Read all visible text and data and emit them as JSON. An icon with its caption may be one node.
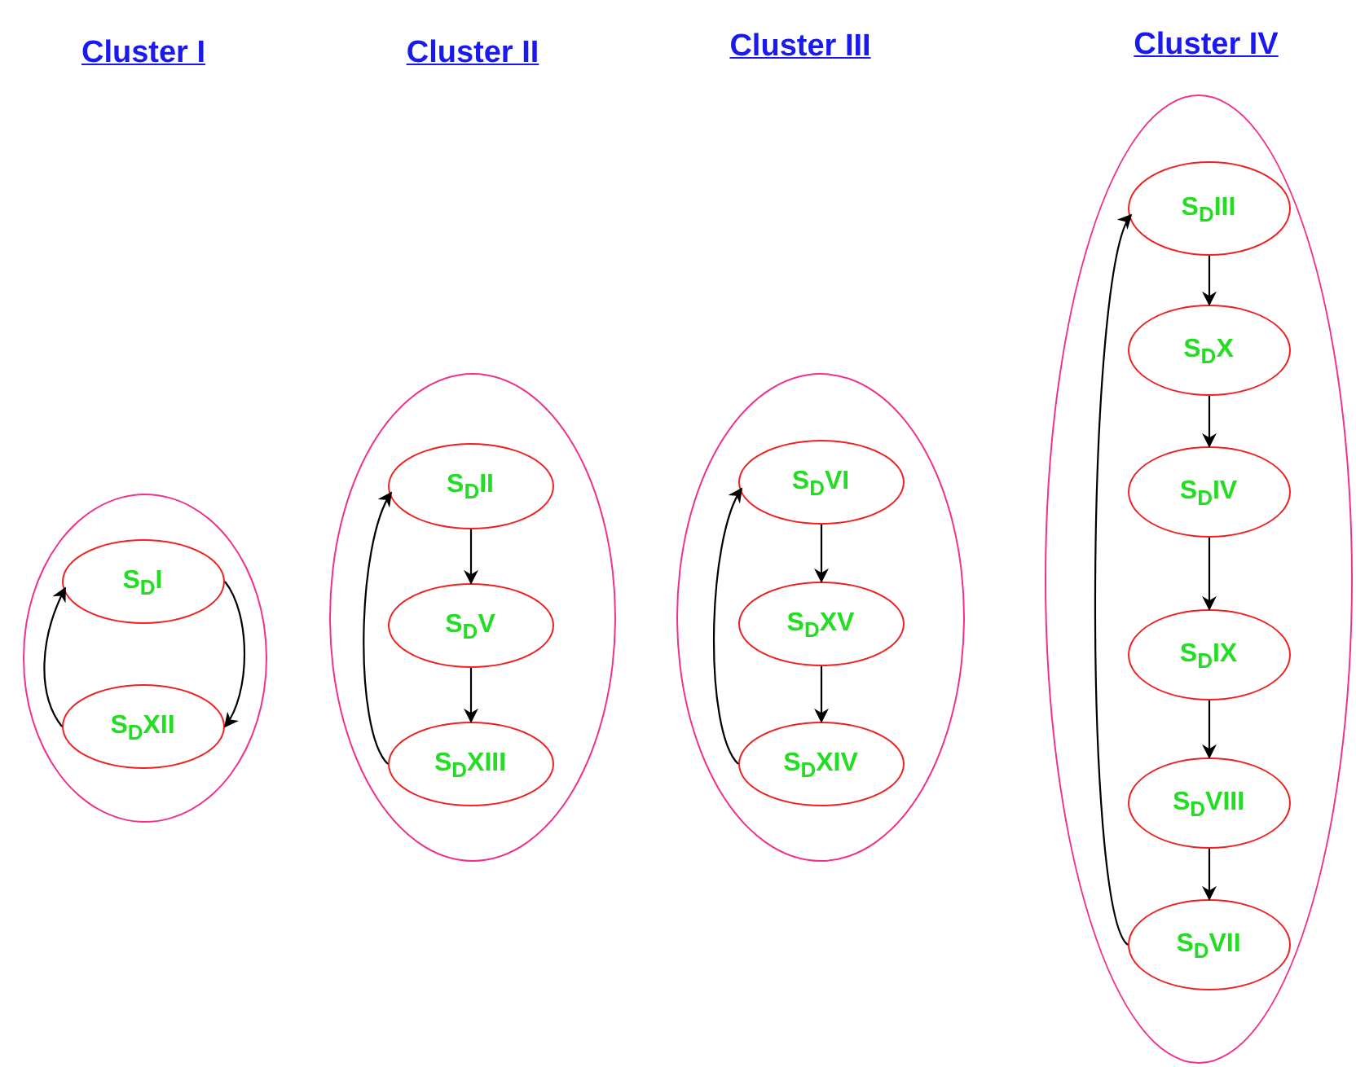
{
  "diagram": {
    "nodes": [
      {
        "text": [],
        "shape": "ellipse"
      },
      {
        "text": [
          "S$_{D}$I"
        ],
        "in": 0
      },
      {
        "text": [
          "S$_{D}$XII"
        ],
        "in": 0
      },
      {
        "text": [],
        "shape": "ellipse"
      },
      {
        "text": [
          "S$_{D}$II"
        ],
        "in": 3
      },
      {
        "text": [
          "S$_{D}$V"
        ],
        "in": 3
      },
      {
        "text": [
          "S$_{D}$XIII"
        ],
        "in": 3
      },
      {
        "text": [],
        "shape": "ellipse"
      },
      {
        "text": [
          "S$_{D}$VI"
        ],
        "in": 7
      },
      {
        "text": [
          "S$_{D}$XV"
        ],
        "in": 7
      },
      {
        "text": [
          "S$_{D}$XIV"
        ],
        "in": 7
      },
      {
        "text": [],
        "shape": "ellipse"
      },
      {
        "text": [
          "S$_{D}$III"
        ],
        "in": 11
      },
      {
        "text": [
          "S$_{D}$X"
        ],
        "in": 11
      },
      {
        "text": [
          "S$_{D}$IV"
        ],
        "in": 11
      },
      {
        "text": [
          "S$_{D}$IX"
        ],
        "in": 11
      },
      {
        "text": [
          "S$_{D}$VIII"
        ],
        "in": 11
      },
      {
        "text": [
          "S$_{D}$VII"
        ],
        "in": 11
      }
    ],
    "edges": [
      {
        "from": 1,
        "to": 2,
        "arrow": "to"
      },
      {
        "from": 2,
        "to": 1,
        "arrow": "to"
      },
      {
        "from": 4,
        "to": 5,
        "arrow": "to"
      },
      {
        "from": 5,
        "to": 6,
        "arrow": "to"
      },
      {
        "from": 6,
        "to": 4,
        "arrow": "to"
      },
      {
        "from": 8,
        "to": 9,
        "arrow": "to"
      },
      {
        "from": 9,
        "to": 10,
        "arrow": "to"
      },
      {
        "from": 10,
        "to": 8,
        "arrow": "to"
      },
      {
        "from": 12,
        "to": 13,
        "arrow": "to"
      },
      {
        "from": 13,
        "to": 14,
        "arrow": "to"
      },
      {
        "from": 14,
        "to": 15,
        "arrow": "to"
      },
      {
        "from": 15,
        "to": 16,
        "arrow": "to"
      },
      {
        "from": 16,
        "to": 17,
        "arrow": "to"
      },
      {
        "from": 17,
        "to": 12,
        "arrow": "to"
      }
    ],
    "labels": [
      "Cluster I",
      "Cluster II",
      "Cluster III",
      "Cluster IV"
    ]
  }
}
